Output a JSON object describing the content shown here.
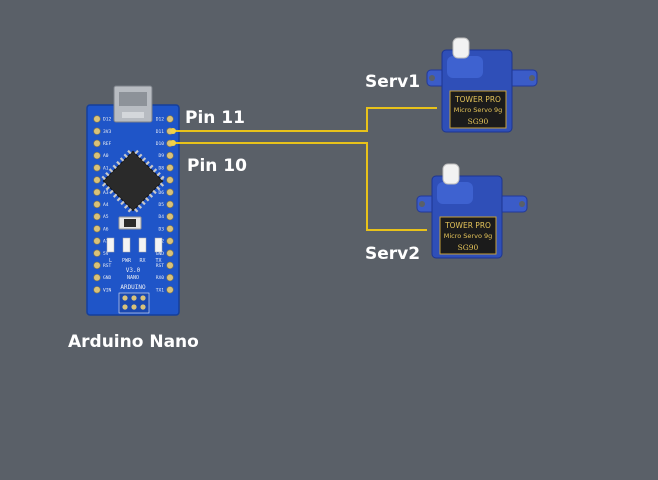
{
  "board": {
    "caption": "Arduino Nano",
    "left_pin_labels": [
      "D12",
      "3V3",
      "REF",
      "A0",
      "A1",
      "A2",
      "A3",
      "A4",
      "A5",
      "A6",
      "A7",
      "5V",
      "RST",
      "GND",
      "VIN"
    ],
    "right_pin_labels": [
      "D12",
      "D11",
      "D10",
      "D9",
      "D8",
      "D7",
      "D6",
      "D5",
      "D4",
      "D3",
      "D2",
      "GND",
      "RST",
      "RX0",
      "TX1"
    ],
    "led_labels": [
      "L",
      "PWR",
      "RX",
      "TX"
    ],
    "silk_model": "NANO",
    "silk_version": "V3.0",
    "silk_brand": "ARDUINO",
    "colors": {
      "pcb": "#1f55c8",
      "pad": "#d9c27a",
      "chip": "#2a2a2a"
    }
  },
  "pins": {
    "pin11_label": "Pin 11",
    "pin10_label": "Pin 10"
  },
  "wires": {
    "color": "#e8c21a"
  },
  "servos": [
    {
      "name": "Serv1",
      "brand": "TOWER PRO",
      "model_line": "Micro Servo 9g",
      "model": "SG90"
    },
    {
      "name": "Serv2",
      "brand": "TOWER PRO",
      "model_line": "Micro Servo 9g",
      "model": "SG90"
    }
  ],
  "colors": {
    "background": "#5a6068",
    "servo_body": "#2f4fb8",
    "servo_label": "#1b1b1b",
    "label_text": "#ffffff"
  }
}
